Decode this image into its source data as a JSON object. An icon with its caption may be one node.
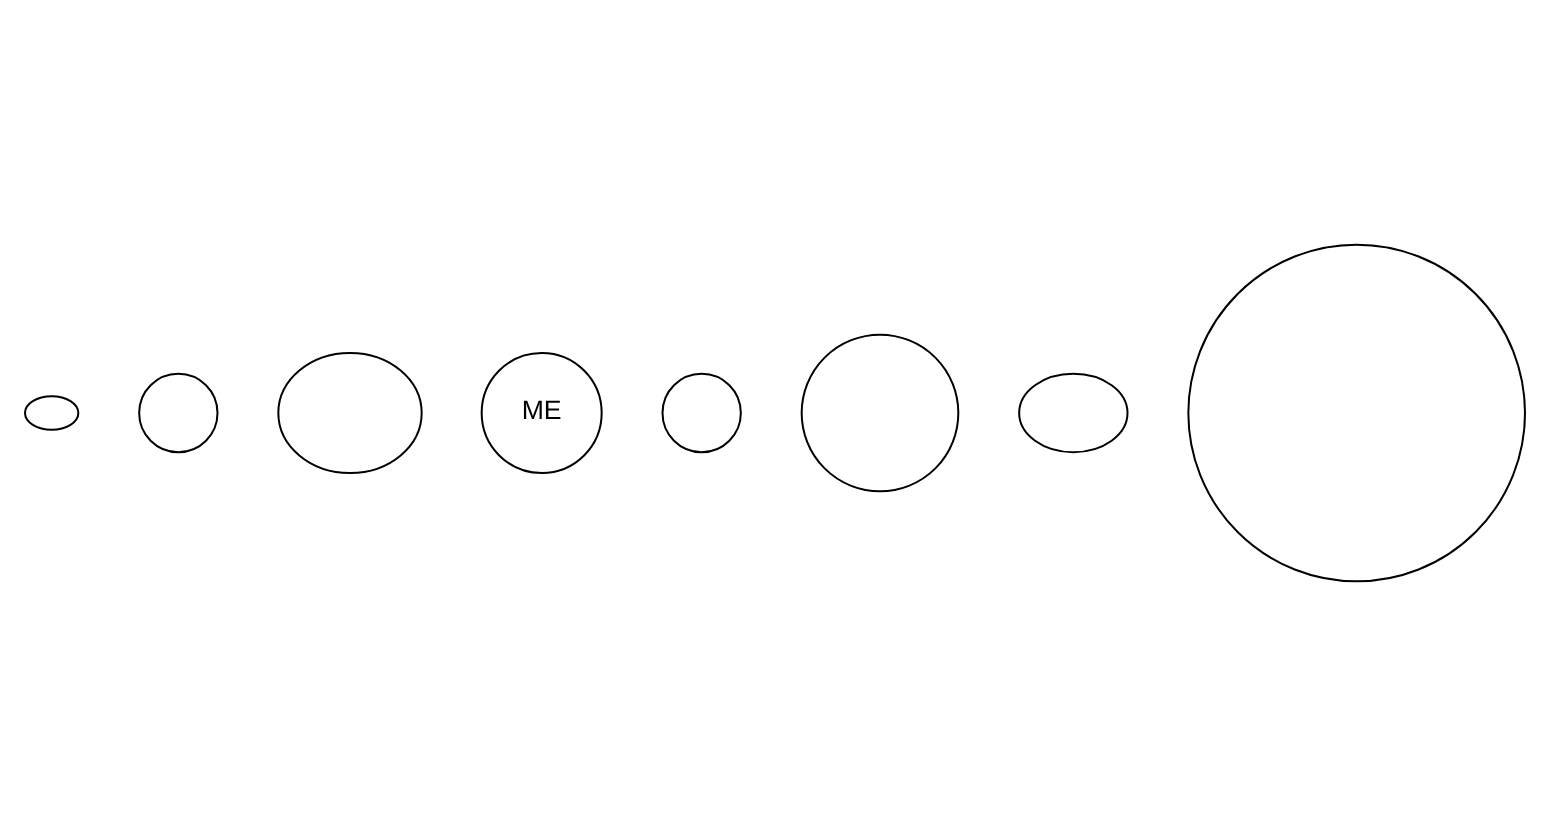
{
  "diagram": {
    "nodes": [
      {
        "text": [],
        "shape": "ellipse"
      },
      {
        "text": [],
        "shape": "circle"
      },
      {
        "text": [],
        "shape": "ellipse"
      },
      {
        "text": [
          "ME"
        ]
      },
      {
        "text": [],
        "shape": "circle"
      },
      {
        "text": [],
        "shape": "circle"
      },
      {
        "text": [],
        "shape": "ellipse"
      },
      {
        "text": [],
        "shape": "circle"
      }
    ],
    "edges": []
  }
}
